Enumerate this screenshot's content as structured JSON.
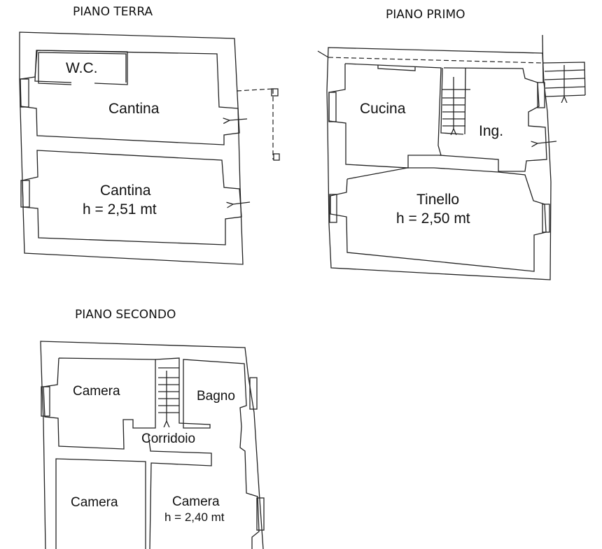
{
  "floors": {
    "terra": {
      "title": "PIANO TERRA",
      "rooms": [
        "W.C.",
        "Cantina",
        "Cantina"
      ],
      "height": "h = 2,51 mt"
    },
    "primo": {
      "title": "PIANO PRIMO",
      "rooms": [
        "Cucina",
        "Ing.",
        "Tinello"
      ],
      "height": "h = 2,50 mt"
    },
    "secondo": {
      "title": "PIANO SECONDO",
      "rooms": [
        "Camera",
        "Bagno",
        "Corridoio",
        "Camera",
        "Camera"
      ],
      "height": "h = 2,40 mt"
    }
  },
  "colors": {
    "line": "#222222",
    "background": "#ffffff"
  }
}
